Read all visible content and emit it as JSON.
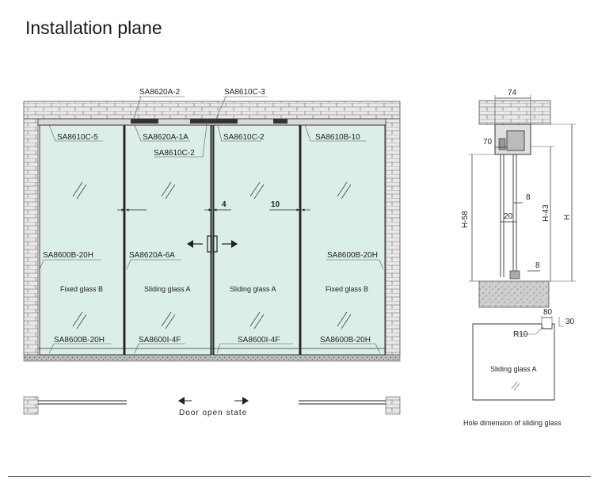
{
  "title": "Installation plane",
  "elevation": {
    "top_labels": {
      "sa8620a_2": "SA8620A-2",
      "sa8610c_3": "SA8610C-3",
      "sa8610c_5": "SA8610C-5",
      "sa8620a_1a": "SA8620A-1A",
      "sa8610c_2a": "SA8610C-2",
      "sa8610c_2b": "SA8610C-2",
      "sa8610b_10": "SA8610B-10"
    },
    "mid_labels": {
      "left_post": "SA8600B-20H",
      "sliding_left": "SA8620A-6A",
      "right_post": "SA8600B-20H"
    },
    "bottom_labels": {
      "left": "SA8600B-20H",
      "mid_left": "SA8600I-4F",
      "mid_right": "SA8600I-4F",
      "right": "SA8600B-20H"
    },
    "panels": {
      "p1": "Fixed glass B",
      "p2": "Sliding glass A",
      "p3": "Sliding glass A",
      "p4": "Fixed glass B"
    },
    "dims": {
      "gap_center": "4",
      "gap_side": "10"
    }
  },
  "section": {
    "width": "74",
    "d70": "70",
    "d8a": "8",
    "d20": "20",
    "d8b": "8",
    "h58": "H-58",
    "h43": "H-43",
    "h": "H"
  },
  "hole": {
    "d80": "80",
    "d30": "30",
    "r10": "R10",
    "label": "Sliding glass A",
    "caption": "Hole dimension of sliding glass"
  },
  "plan": {
    "caption": "Door open state"
  }
}
